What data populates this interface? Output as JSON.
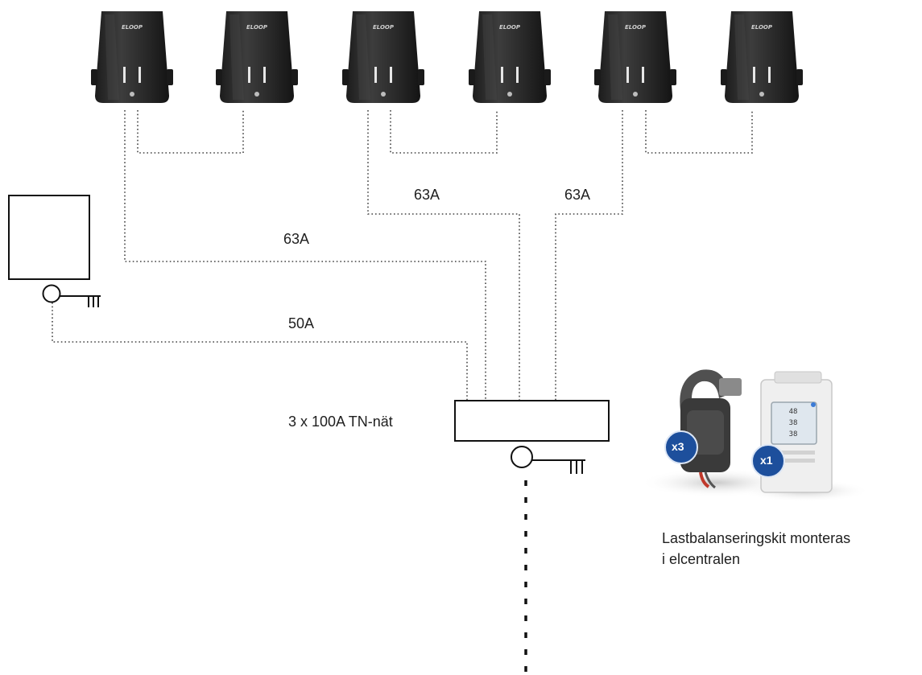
{
  "chargers": [
    {
      "brand": "ELOOP"
    },
    {
      "brand": "ELOOP"
    },
    {
      "brand": "ELOOP"
    },
    {
      "brand": "ELOOP"
    },
    {
      "brand": "ELOOP"
    },
    {
      "brand": "ELOOP"
    }
  ],
  "cables": {
    "left_pair": "63A",
    "middle_pair": "63A",
    "right_pair": "63A",
    "sub_panel": "50A"
  },
  "main_panel": {
    "label": "3 x 100A TN-nät"
  },
  "kit": {
    "badge_clamp": "x3",
    "badge_meter": "x1",
    "caption_line1": "Lastbalanseringskit monteras",
    "caption_line2": "i elcentralen",
    "meter_readings": [
      "48",
      "38",
      "38"
    ]
  },
  "colors": {
    "badge": "#1d4f9c",
    "charger_body": "#2a2a2a"
  }
}
